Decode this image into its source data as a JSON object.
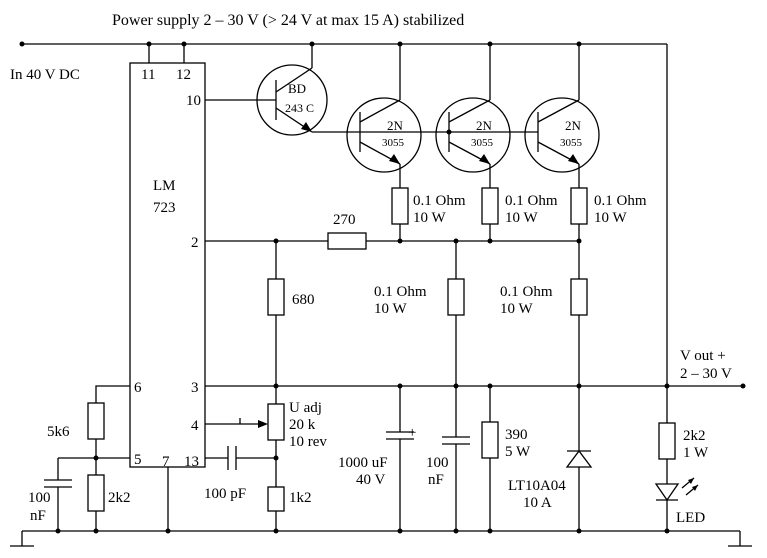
{
  "title": "Power supply 2 – 30 V (> 24 V at max 15 A) stabilized",
  "input_label": "In 40 V DC",
  "output_label_1": "V out +",
  "output_label_2": "2 – 30 V",
  "ic": {
    "name_1": "LM",
    "name_2": "723",
    "pins": [
      "11",
      "12",
      "10",
      "2",
      "6",
      "3",
      "4",
      "5",
      "7",
      "13"
    ]
  },
  "driver": {
    "line1": "BD",
    "line2": "243 C"
  },
  "power_transistors": [
    {
      "line1": "2N",
      "line2": "3055"
    },
    {
      "line1": "2N",
      "line2": "3055"
    },
    {
      "line1": "2N",
      "line2": "3055"
    }
  ],
  "emitter_resistors": [
    {
      "value": "0.1 Ohm",
      "power": "10 W"
    },
    {
      "value": "0.1 Ohm",
      "power": "10 W"
    },
    {
      "value": "0.1 Ohm",
      "power": "10 W"
    }
  ],
  "sense_resistor": "270",
  "r680": "680",
  "shunt_resistors": [
    {
      "value": "0.1 Ohm",
      "power": "10 W"
    },
    {
      "value": "0.1 Ohm",
      "power": "10 W"
    }
  ],
  "pot": {
    "line1": "U adj",
    "line2": "20 k",
    "line3": "10 rev"
  },
  "r5k6": "5k6",
  "r2k2": "2k2",
  "r1k2": "1k2",
  "c100nf_left": {
    "line1": "100",
    "line2": "nF"
  },
  "c100pf": "100 pF",
  "c1000uf": {
    "line1": "1000 uF",
    "line2": "40 V",
    "plus": "+"
  },
  "c100nf_right": {
    "line1": "100",
    "line2": "nF"
  },
  "r390": {
    "line1": "390",
    "line2": "5 W"
  },
  "zener": {
    "line1": "LT10A04",
    "line2": "10 A"
  },
  "led_resistor": {
    "line1": "2k2",
    "line2": "1 W"
  },
  "led_label": "LED"
}
